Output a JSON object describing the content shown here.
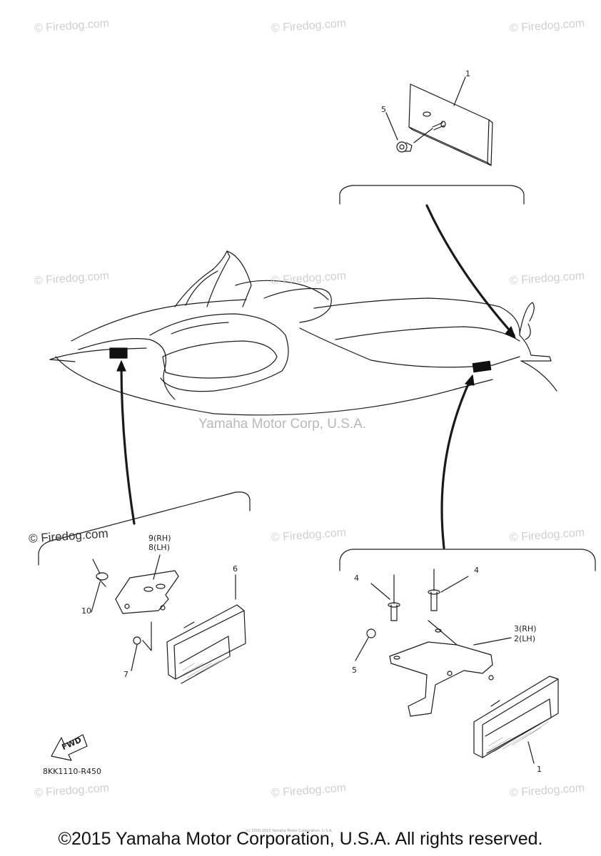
{
  "watermark": "© Firedog.com",
  "center_mark": "Yamaha Motor Corp, U.S.A.",
  "callouts": {
    "c1_top": "1",
    "c5_top": "5",
    "c9": "9(RH)",
    "c8": "8(LH)",
    "c6": "6",
    "c10": "10",
    "c7": "7",
    "c4_left": "4",
    "c4_right": "4",
    "c3": "3(RH)",
    "c2": "2(LH)",
    "c5_right": "5",
    "c1_bottom": "1"
  },
  "fwd_label": "FWD",
  "diagram_code": "8KK1110-R450",
  "tiny_text": "(c) 2000-2015 Yamaha Motor Corporation, U.S.A.",
  "footer": "©2015 Yamaha Motor Corporation, U.S.A. All rights reserved.",
  "colors": {
    "line": "#1a1a1a",
    "watermark": "#cfcfcf",
    "center_mark": "#b9b9b9"
  }
}
